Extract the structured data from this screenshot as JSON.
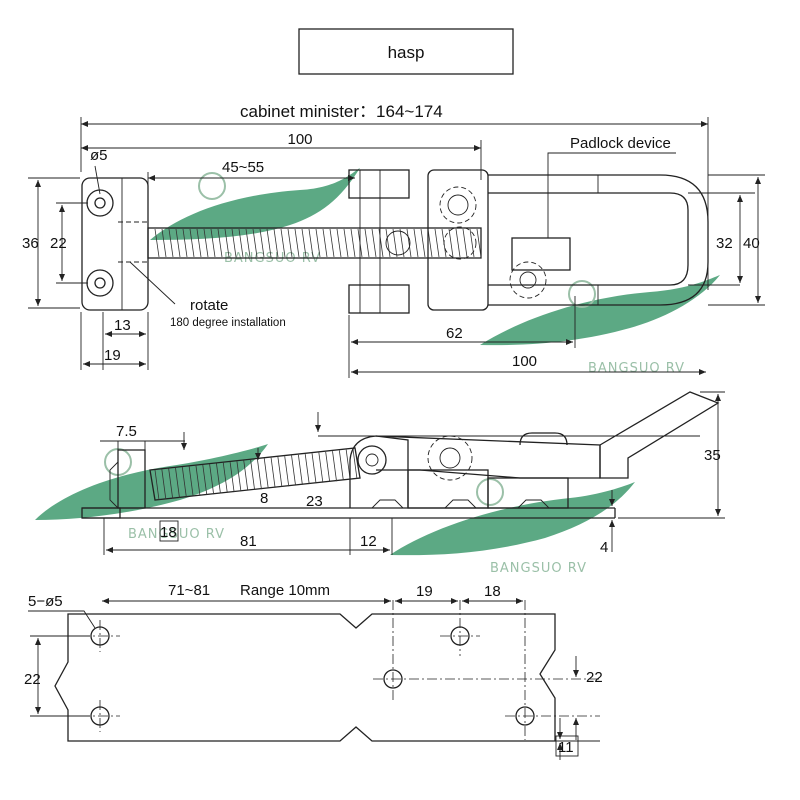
{
  "title": "hasp",
  "watermark": "BANGSUO RV",
  "top_view": {
    "cabinet_label": "cabinet minister：164~174",
    "dim_overall_length": "100",
    "hole_dia": "ø5",
    "thread_range": "45~55",
    "padlock_label": "Padlock device",
    "dim_36": "36",
    "dim_22": "22",
    "dim_32": "32",
    "dim_40": "40",
    "rotate_label": "rotate",
    "rotate_note": "180 degree installation",
    "dim_13": "13",
    "dim_19": "19",
    "dim_62": "62",
    "dim_100_bottom": "100"
  },
  "side_view": {
    "dim_7_5": "7.5",
    "dim_8": "8",
    "dim_23": "23",
    "dim_35": "35",
    "dim_18": "18",
    "dim_81": "81",
    "dim_12": "12",
    "dim_4": "4"
  },
  "plate_view": {
    "holes_label": "5−ø5",
    "range_value": "71~81",
    "range_label": "Range  10mm",
    "dim_19": "19",
    "dim_18": "18",
    "dim_22_left": "22",
    "dim_22_right": "22",
    "dim_11": "11"
  }
}
